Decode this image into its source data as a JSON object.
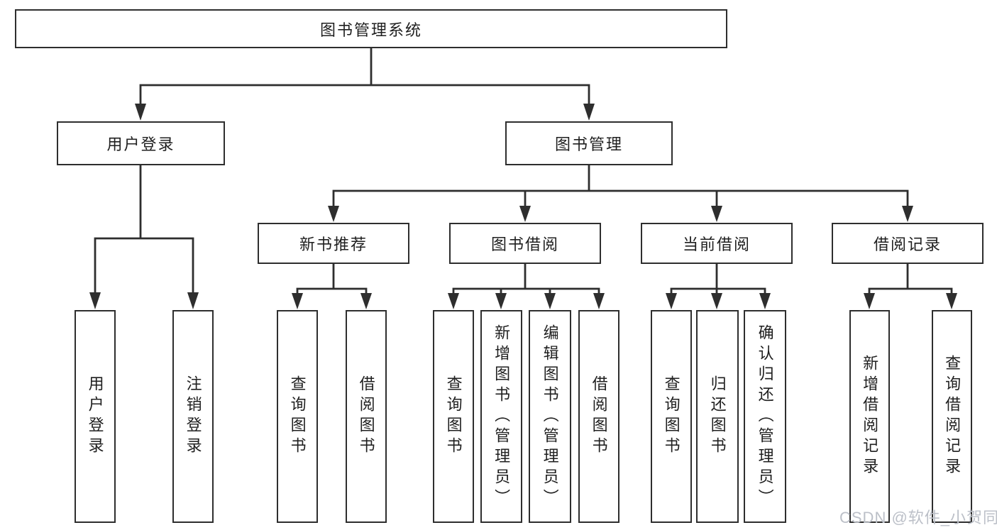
{
  "colors": {
    "line": "#2e2e2e",
    "text": "#1f1f1f",
    "watermark": "#bcc0c8",
    "background": "#ffffff"
  },
  "watermark": {
    "text": "CSDN @软件_小贺同学"
  },
  "diagram": {
    "root": {
      "label": "图书管理系统"
    },
    "branches": [
      {
        "label": "用户登录",
        "leaves": [
          "用户登录",
          "注销登录"
        ]
      },
      {
        "label": "图书管理",
        "children": [
          {
            "label": "新书推荐",
            "leaves": [
              "查询图书",
              "借阅图书"
            ]
          },
          {
            "label": "图书借阅",
            "leaves": [
              "查询图书",
              "新增图书（管理员）",
              "编辑图书（管理员）",
              "借阅图书"
            ]
          },
          {
            "label": "当前借阅",
            "leaves": [
              "查询图书",
              "归还图书",
              "确认归还（管理员）"
            ]
          },
          {
            "label": "借阅记录",
            "leaves": [
              "新增借阅记录",
              "查询借阅记录"
            ]
          }
        ]
      }
    ]
  }
}
